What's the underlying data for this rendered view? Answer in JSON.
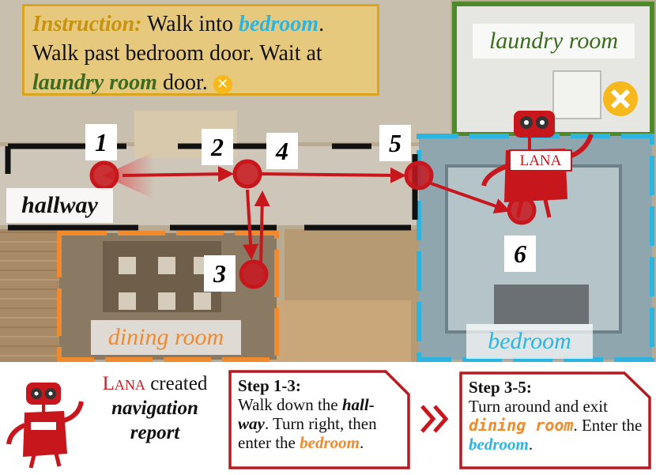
{
  "instruction": {
    "heading": "Instruction:",
    "part1": " Walk into ",
    "room1": "bedroom",
    "part2": ". Walk past bedroom door. Wait at ",
    "room2": "laundry room",
    "part3": " door."
  },
  "rooms": {
    "laundry": "laundry room",
    "hallway": "hallway",
    "dining": "dining room",
    "bedroom": "bedroom"
  },
  "waypoints": [
    "1",
    "2",
    "3",
    "4",
    "5",
    "6"
  ],
  "robot_sign": "LANA",
  "report": {
    "lana": "Lana",
    "created": " created",
    "line2": "navigation",
    "line3": "report"
  },
  "step1": {
    "title": "Step 1-3:",
    "t1": "Walk down the ",
    "kw1": "hall-way",
    "t2": ". Turn right, then enter the ",
    "kw2": "bedroom",
    "t3": "."
  },
  "step2": {
    "title": "Step 3-5:",
    "t1": "Turn around and exit ",
    "kw1": "dining room",
    "t2": ". Enter the ",
    "kw2": "bedroom",
    "t3": "."
  },
  "colors": {
    "path": "#c8161d",
    "laundry": "#4e8a2a",
    "dining": "#f08a2e",
    "bedroom": "#2bb5e0",
    "instruction_border": "#d9a520"
  }
}
